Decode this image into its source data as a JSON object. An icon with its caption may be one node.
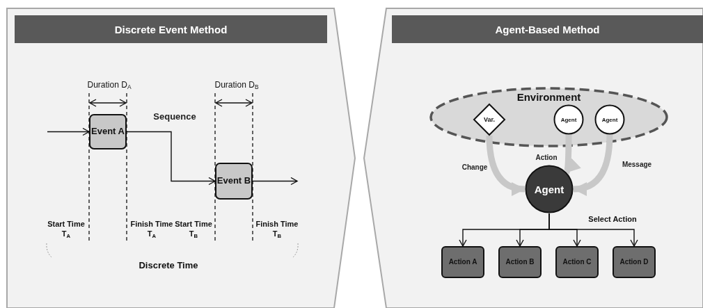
{
  "diagram": {
    "nodes": [
      {
        "text": [
          "Discrete Event Method"
        ]
      },
      {
        "text": [
          "Event A"
        ],
        "in": 0
      },
      {
        "text": [
          "Event B"
        ],
        "in": 0
      },
      {
        "text": [
          "Agent-Based Method"
        ]
      },
      {
        "text": [
          "Environment"
        ],
        "in": 3
      },
      {
        "text": [
          "Var."
        ],
        "in": 4
      },
      {
        "text": [
          "Agent"
        ],
        "in": 4
      },
      {
        "text": [
          "Agent"
        ],
        "in": 4
      },
      {
        "text": [
          "Agent"
        ],
        "in": 3
      },
      {
        "text": [
          "Action A"
        ],
        "in": 3
      },
      {
        "text": [
          "Action B"
        ],
        "in": 3
      },
      {
        "text": [
          "Action C"
        ],
        "in": 3
      },
      {
        "text": [
          "Action D"
        ],
        "in": 3
      }
    ],
    "edges": [
      {
        "from": null,
        "to": 1,
        "arrow": "to"
      },
      {
        "from": 1,
        "to": 2,
        "arrow": "to",
        "label": "Sequence"
      },
      {
        "from": 2,
        "to": null,
        "arrow": "to"
      },
      {
        "from": 5,
        "to": 8,
        "arrow": "to",
        "label": "Change",
        "style": "thick",
        "color": "#c8c8c8"
      },
      {
        "from": 6,
        "to": 8,
        "arrow": "to",
        "label": "Action",
        "style": "thick",
        "color": "#c8c8c8"
      },
      {
        "from": 7,
        "to": 8,
        "arrow": "to",
        "label": "Message",
        "style": "thick",
        "color": "#c8c8c8"
      },
      {
        "from": 8,
        "to": 9,
        "arrow": "to"
      },
      {
        "from": 8,
        "to": 10,
        "arrow": "to"
      },
      {
        "from": 8,
        "to": 11,
        "arrow": "to"
      },
      {
        "from": 8,
        "to": 12,
        "arrow": "to"
      }
    ],
    "labels": [
      "Duration D$_{A}$",
      "Duration D$_{B}$",
      "Start Time T$_{A}$",
      "Finish Time T$_{A}$",
      "Start Time T$_{B}$",
      "Finish Time T$_{B}$",
      "Discrete Time",
      "Select Action"
    ]
  }
}
